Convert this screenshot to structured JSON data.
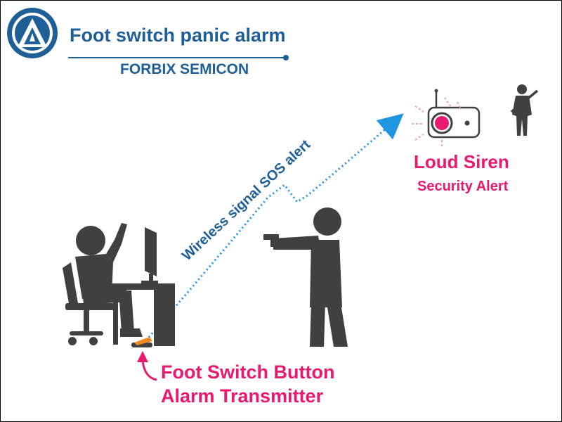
{
  "header": {
    "title": "Foot switch panic alarm",
    "brand": "FORBIX SEMICON",
    "logo_icon": "forbix-logo-icon"
  },
  "siren": {
    "label": "Loud Siren",
    "sublabel": "Security Alert",
    "icon": "siren-alarm-icon"
  },
  "signal": {
    "label": "Wireless signal SOS alert"
  },
  "foot_switch": {
    "label": "Foot Switch Button",
    "sublabel": "Alarm Transmitter"
  },
  "colors": {
    "brand_blue": "#1f5f97",
    "signal_blue": "#2196e0",
    "alert_pink": "#e8196f",
    "silhouette": "#404040",
    "foot_switch": "#f08a24"
  }
}
